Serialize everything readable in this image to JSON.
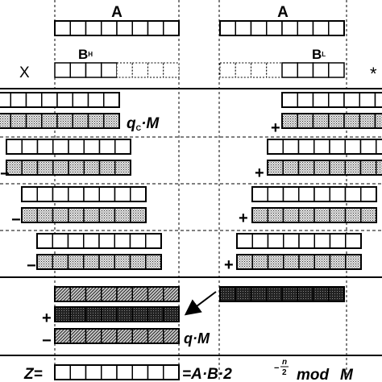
{
  "labels": {
    "a_left": "A",
    "a_right": "A",
    "bh_main": "B",
    "bh_sub": "H",
    "bl_main": "B",
    "bl_sub": "L",
    "times_left": "X",
    "times_right": "*",
    "qc_q": "q",
    "qc_sub": "C",
    "qc_m": "·M",
    "qm_q": "q",
    "qm_m": "·M",
    "z_prefix": "Z=",
    "formula_eq": "=A·B·2",
    "exp_minus": "−",
    "exp_num": "n",
    "exp_den": "2",
    "formula_mod": "mod",
    "formula_M": "M"
  },
  "signs": {
    "plus": "+",
    "minus": "−"
  },
  "fills": {
    "white": "#ffffff",
    "dotted": "dotted",
    "dense": "dense",
    "diagonal": "diagonal",
    "line": "#000000"
  }
}
